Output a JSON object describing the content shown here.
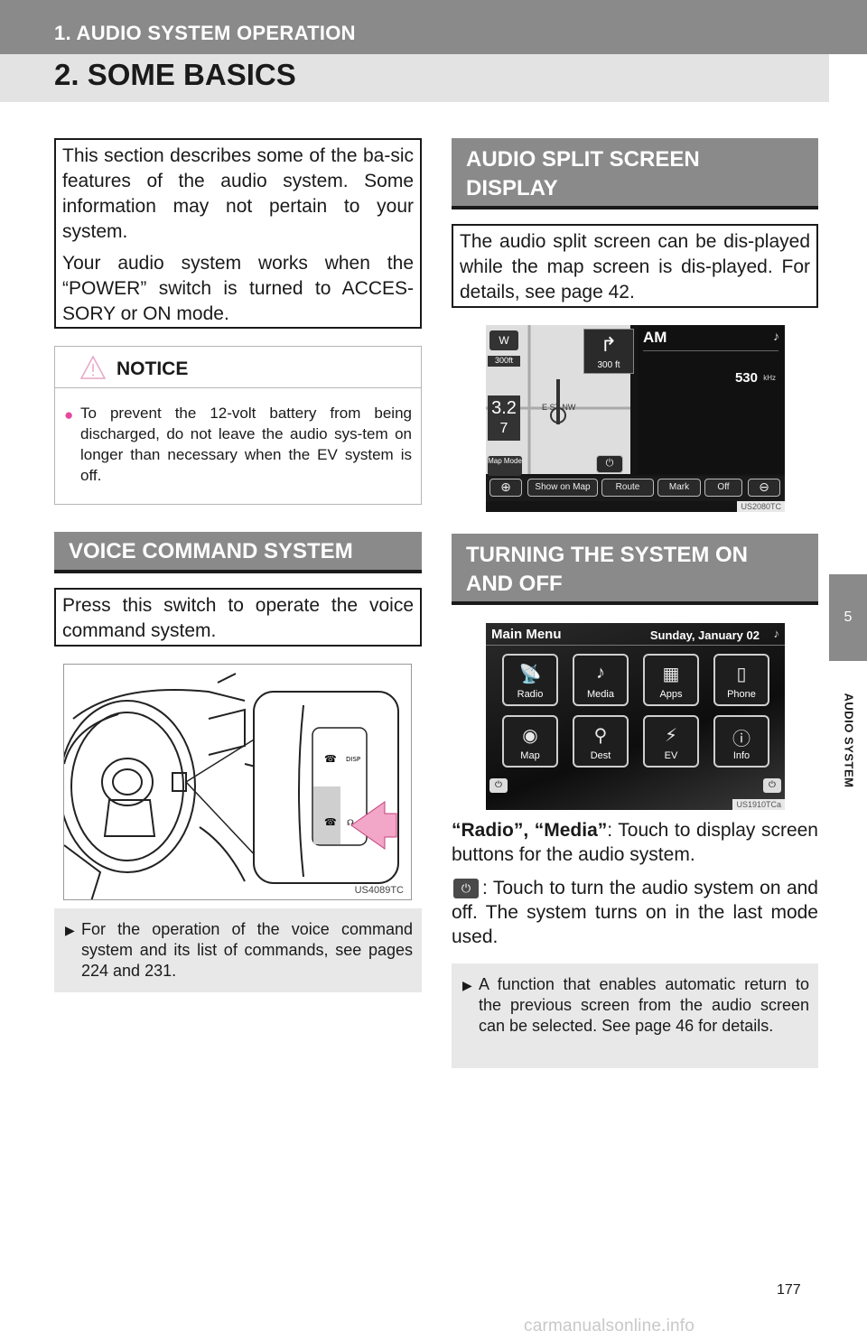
{
  "header": {
    "section": "1. AUDIO SYSTEM OPERATION",
    "title": "2. SOME BASICS"
  },
  "side_tab": {
    "number": "5",
    "label": "AUDIO SYSTEM"
  },
  "intro": {
    "p1": "This section describes some of the ba-sic features of the audio system. Some information may not pertain to your system.",
    "p2": "Your audio system works when the “POWER” switch is turned to ACCES-SORY or ON mode."
  },
  "notice": {
    "label": "NOTICE",
    "text": "To prevent the 12-volt battery from being discharged, do not leave the audio sys-tem on longer than necessary when the EV system is off."
  },
  "voice": {
    "heading": "VOICE COMMAND SYSTEM",
    "box": "Press this switch to operate the voice command system.",
    "image_code": "US4089TC",
    "note": "For the operation of the voice command system and its list of commands, see pages 224 and 231.",
    "switch_labels": [
      "DISP"
    ]
  },
  "split": {
    "heading_l1": "AUDIO SPLIT SCREEN",
    "heading_l2": "DISPLAY",
    "box": "The audio split screen can be dis-played while the map screen is dis-played. For details, see page 42.",
    "image_code": "US2080TC",
    "screen": {
      "band": "AM",
      "freq": "530",
      "freq_unit": "kHz",
      "turn_dist": "300 ft",
      "scale": "300ft",
      "street": "E ST NW",
      "dist_num": "3.2",
      "dist_num2": "7",
      "map_mode": "Map Mode",
      "buttons": [
        "Show on Map",
        "Route",
        "Mark",
        "Off"
      ]
    }
  },
  "power": {
    "heading_l1": "TURNING THE SYSTEM ON",
    "heading_l2": "AND OFF",
    "image_code": "US1910TCa",
    "screen": {
      "title": "Main Menu",
      "date": "Sunday, January 02",
      "buttons": [
        {
          "label": "Radio",
          "icon": "radio-icon"
        },
        {
          "label": "Media",
          "icon": "music-note-icon"
        },
        {
          "label": "Apps",
          "icon": "apps-icon"
        },
        {
          "label": "Phone",
          "icon": "phone-icon"
        },
        {
          "label": "Map",
          "icon": "map-icon"
        },
        {
          "label": "Dest",
          "icon": "destination-icon"
        },
        {
          "label": "EV",
          "icon": "ev-icon"
        },
        {
          "label": "Info",
          "icon": "info-icon"
        }
      ]
    },
    "radio_media_term": "“Radio”, “Media”",
    "radio_media_text": ": Touch to display screen buttons for the audio system.",
    "power_text": ": Touch to turn the audio system on and off. The system turns on in the last mode used.",
    "note": "A function that enables automatic return to the previous screen from the audio screen can be selected. See page 46 for details."
  },
  "page_number": "177",
  "watermark": "carmanualsonline.info"
}
